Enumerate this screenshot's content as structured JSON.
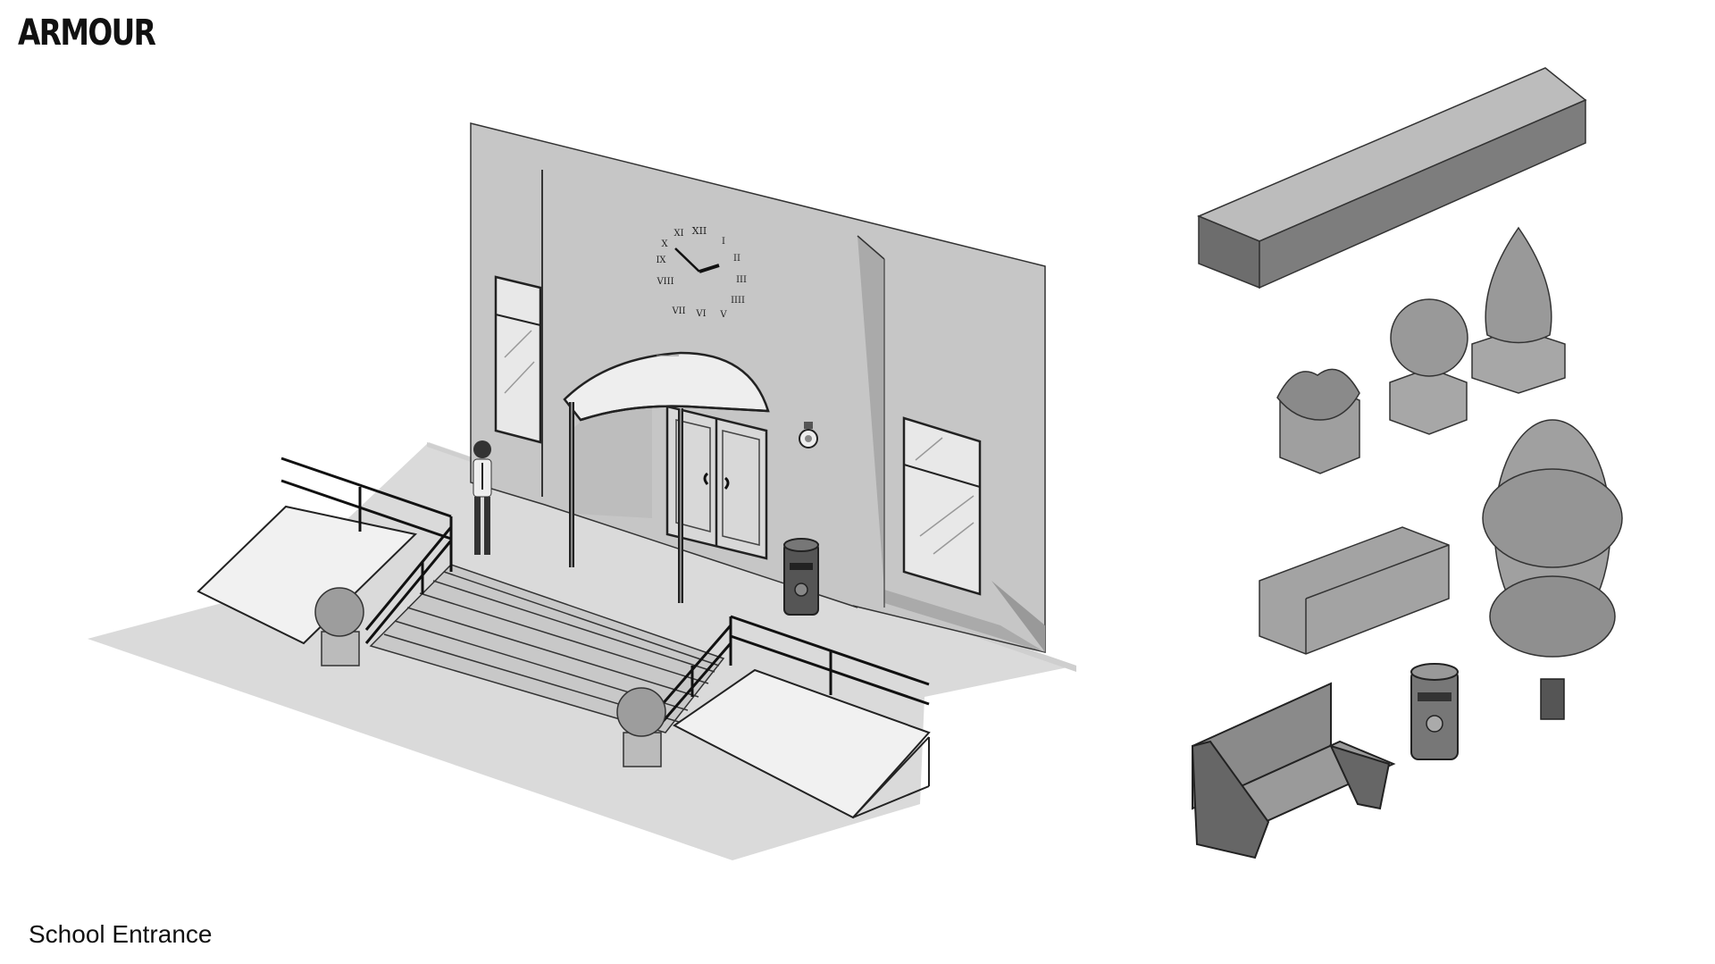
{
  "brand": {
    "logo_text": "ARMOUR"
  },
  "caption": {
    "title": "School Entrance"
  },
  "clock": {
    "numerals": [
      "XII",
      "I",
      "II",
      "III",
      "IIII",
      "V",
      "VI",
      "VII",
      "VIII",
      "IX",
      "X",
      "XI"
    ]
  },
  "palette": {
    "background": "#ffffff",
    "ground": "#d9d9d9",
    "wall": "#c4c4c4",
    "wall_shadow": "#a8a8a8",
    "prop_light": "#b5b5b5",
    "prop_dark": "#6f6f6f",
    "outline": "#222222"
  },
  "props": [
    {
      "name": "long-planter-box-icon"
    },
    {
      "name": "potted-plant-icon"
    },
    {
      "name": "potted-round-shrub-icon"
    },
    {
      "name": "potted-cone-shrub-icon"
    },
    {
      "name": "hedge-block-icon"
    },
    {
      "name": "tree-icon"
    },
    {
      "name": "bench-icon"
    },
    {
      "name": "trash-bin-icon"
    }
  ]
}
